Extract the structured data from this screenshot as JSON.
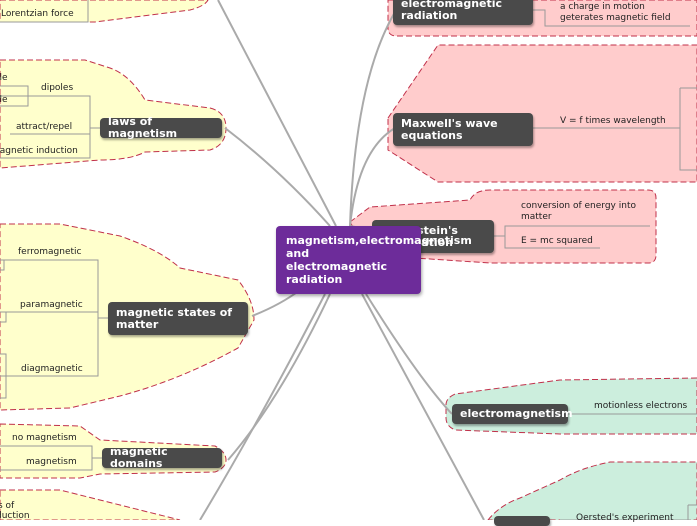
{
  "colors": {
    "yellow_fill": "#ffffcc",
    "pink_fill": "#ffcccc",
    "green_fill": "#cceedd",
    "boundary_stroke": "#c0304a",
    "node_bg": "#4a4a4a",
    "central_bg": "#6d2c9a",
    "link": "#aaaaaa"
  },
  "central": {
    "title": "magnetism,electromagnetism and electromagnetic radiation"
  },
  "branches": {
    "em_radiation": {
      "title": "electromagnetic radiation",
      "leaves": [
        "a charge in motion geterates magnetic field"
      ]
    },
    "maxwell": {
      "title": "Maxwell's wave equations",
      "leaves": [
        "V = f times wavelength"
      ]
    },
    "einstein": {
      "title": "Einstein's equation",
      "leaves": [
        "conversion of energy into matter",
        "E = mc squared"
      ]
    },
    "laws": {
      "title": "laws of magnetism",
      "leaves": [
        "dipoles",
        "attract/repel",
        "magnetic induction",
        "ole",
        "ole"
      ]
    },
    "lorentz": {
      "leaves": [
        "Lorentzian force"
      ]
    },
    "states": {
      "title": "magnetic states of matter",
      "leaves": [
        "ferromagnetic",
        "paramagnetic",
        "diagmagnetic"
      ]
    },
    "domains": {
      "title": "magnetic domains",
      "leaves": [
        "no magnetism",
        "magnetism"
      ]
    },
    "electromagnetism": {
      "title": "electromagnetism",
      "leaves": [
        "motionless electrons"
      ]
    },
    "oersted": {
      "leaves": [
        "Oersted's experiment"
      ]
    },
    "bottom_left": {
      "leaves": [
        "s of",
        "duction"
      ]
    }
  }
}
